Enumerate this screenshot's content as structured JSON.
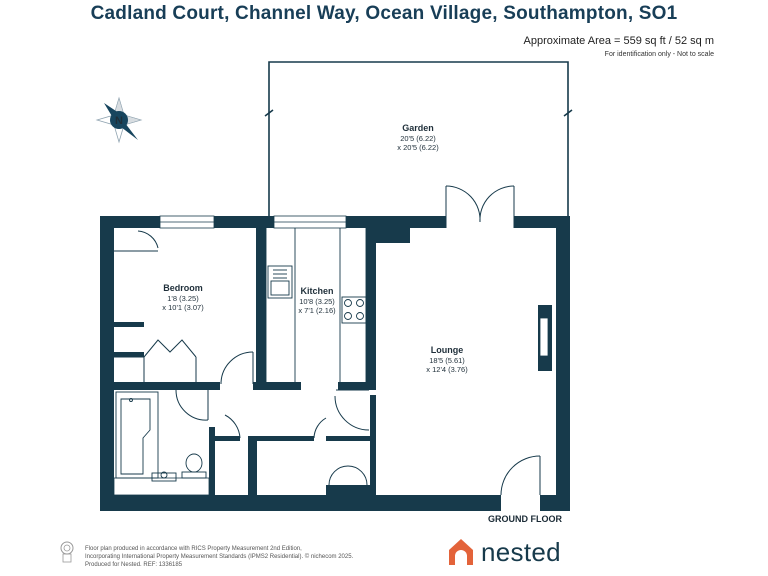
{
  "header": {
    "title": "Cadland Court, Channel Way, Ocean Village, Southampton, SO1",
    "area": "Approximate Area = 559 sq ft / 52 sq m",
    "identification": "For identification only - Not to scale"
  },
  "compass": {
    "letter": "N",
    "icon": "compass-rose-icon"
  },
  "rooms": {
    "garden": {
      "name": "Garden",
      "dim1": "20'5 (6.22)",
      "dim2": "x 20'5 (6.22)"
    },
    "bedroom": {
      "name": "Bedroom",
      "dim1": "1'8 (3.25)",
      "dim2": "x 10'1 (3.07)"
    },
    "kitchen": {
      "name": "Kitchen",
      "dim1": "10'8 (3.25)",
      "dim2": "x 7'1 (2.16)"
    },
    "lounge": {
      "name": "Lounge",
      "dim1": "18'5 (5.61)",
      "dim2": "x 12'4 (3.76)"
    }
  },
  "floor_label": "GROUND FLOOR",
  "footer": {
    "line1": "Floor plan produced in accordance with RICS Property Measurement 2nd Edition,",
    "line2": "Incorporating International Property Measurement Standards (IPMS2 Residential).  © nichecom 2025.",
    "line3": "Produced for Nested.  REF:  1336185"
  },
  "brand": {
    "name": "nested",
    "color": "#e3633a"
  },
  "colors": {
    "wall": "#173a4b",
    "text": "#183e57"
  }
}
